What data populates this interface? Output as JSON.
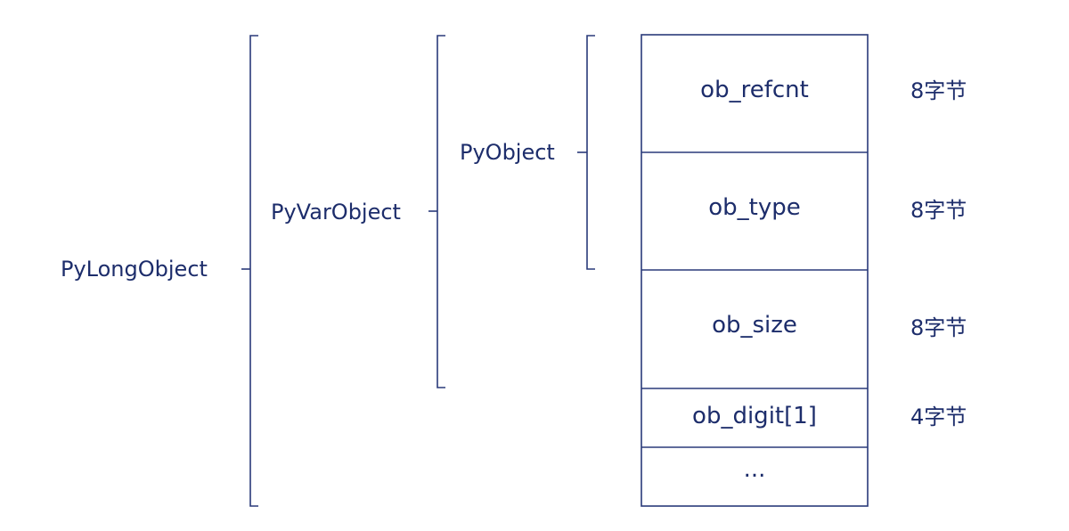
{
  "diagram": {
    "labels": {
      "pylongobject": "PyLongObject",
      "pyvarobject": "PyVarObject",
      "pyobject": "PyObject"
    },
    "fields": [
      {
        "name": "ob_refcnt",
        "size": "8字节"
      },
      {
        "name": "ob_type",
        "size": "8字节"
      },
      {
        "name": "ob_size",
        "size": "8字节"
      },
      {
        "name": "ob_digit[1]",
        "size": "4字节"
      },
      {
        "name": "...",
        "size": ""
      }
    ]
  },
  "colors": {
    "stroke": "#2a3a7a",
    "text": "#1d2d6b"
  }
}
